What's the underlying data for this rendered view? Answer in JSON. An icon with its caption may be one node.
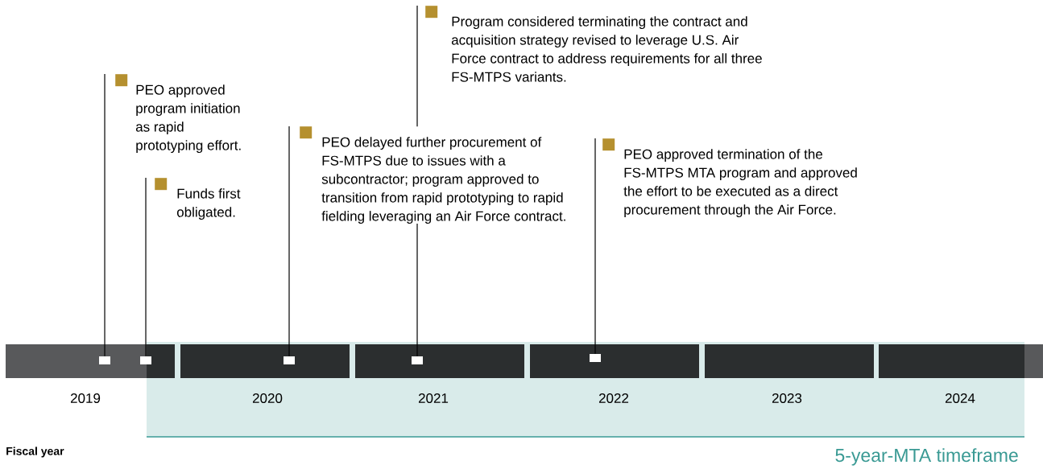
{
  "diagram": {
    "nodes": [
      {
        "text": [
          "PEO approved program initiation as rapid prototyping effort."
        ]
      },
      {
        "text": [
          "Funds first obligated."
        ]
      },
      {
        "text": [
          "PEO delayed further procurement of FS-MTPS due to issues with a subcontractor; program approved to transition from rapid prototyping to rapid fielding leveraging an Air Force contract."
        ]
      },
      {
        "text": [
          "Program considered terminating the contract and acquisition strategy revised to leverage U.S. Air Force contract to address requirements for all three FS-MTPS variants."
        ]
      },
      {
        "text": [
          "PEO approved termination of the FS-MTPS MTA program and approved the effort to be executed as a direct procurement through the Air Force."
        ]
      },
      {
        "text": [],
        "shape": "box"
      },
      {
        "text": [],
        "shape": "box"
      },
      {
        "text": [],
        "shape": "box"
      },
      {
        "text": [],
        "shape": "box"
      },
      {
        "text": [],
        "shape": "box"
      }
    ],
    "edges": [
      {
        "from": 0,
        "to": 5,
        "arrow": "none"
      },
      {
        "from": 1,
        "to": 6,
        "arrow": "none"
      },
      {
        "from": 2,
        "to": 7,
        "arrow": "none"
      },
      {
        "from": 3,
        "to": 8,
        "arrow": "none"
      },
      {
        "from": 4,
        "to": 9,
        "arrow": "none"
      }
    ],
    "labels": [
      "2019",
      "2020",
      "2021",
      "2022",
      "2023",
      "2024",
      "Fiscal year",
      "5-year-MTA timeframe"
    ]
  }
}
